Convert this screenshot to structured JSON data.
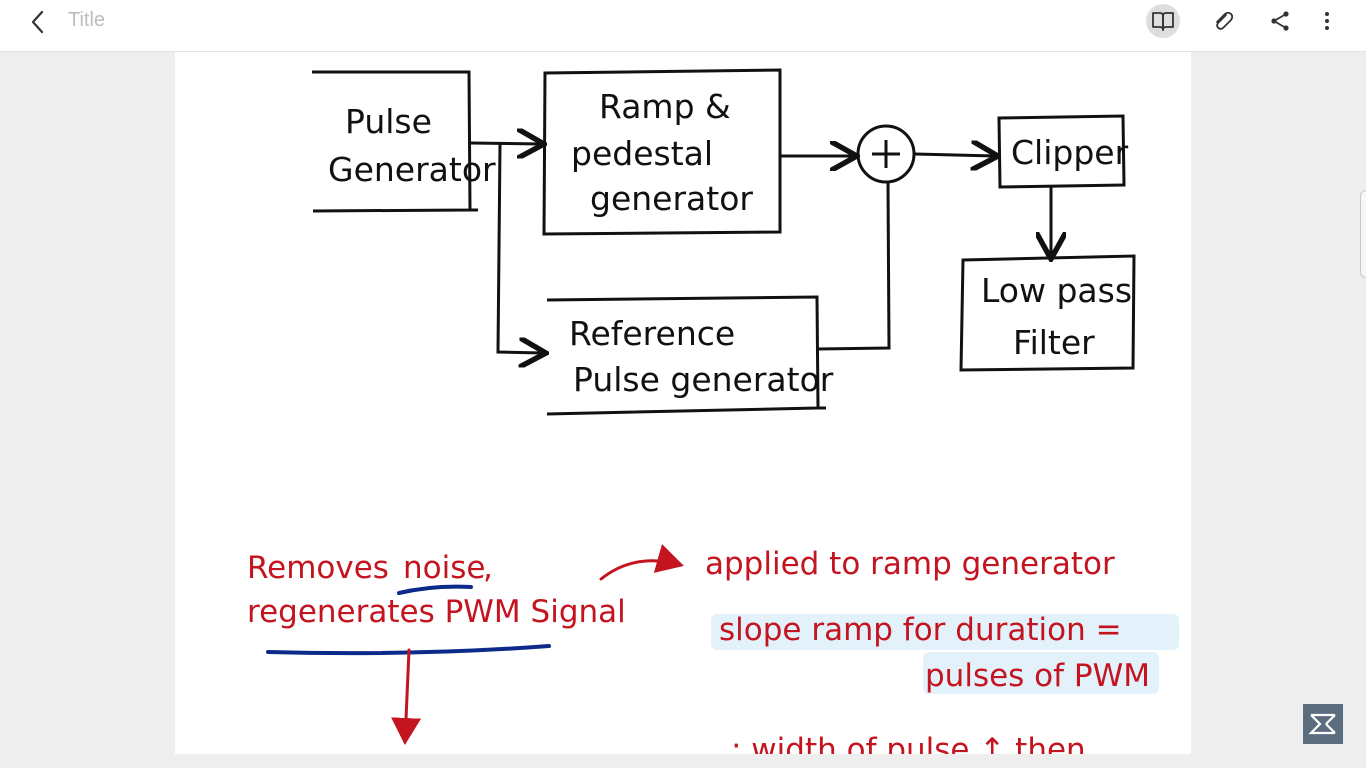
{
  "header": {
    "title": "Title",
    "icons": [
      "back-chevron-icon",
      "book-icon",
      "paperclip-icon",
      "share-icon",
      "more-vertical-icon"
    ]
  },
  "diagram": {
    "blocks": {
      "pulse_generator": [
        "Pulse",
        "Generator"
      ],
      "ramp_pedestal": [
        "Ramp &",
        "pedestal",
        "generator"
      ],
      "adder": "+",
      "clipper": "Clipper",
      "low_pass_filter": [
        "Low pass",
        "Filter"
      ],
      "reference_pulse": [
        "Reference",
        "Pulse generator"
      ]
    }
  },
  "notes": {
    "left_line1_a": "Removes",
    "left_line1_b": "noise",
    "left_line1_c": ",",
    "left_line2": "regenerates PWM Signal",
    "right_line1": "applied to ramp generator",
    "right_line2": "slope ramp for duration =",
    "right_line3": "pulses of PWM",
    "right_line4": "; width of pulse ↑ then"
  },
  "colors": {
    "ink_black": "#111111",
    "ink_red": "#c4141f",
    "ink_blue": "#0d2a8a",
    "highlight": "#e3f1fb"
  }
}
